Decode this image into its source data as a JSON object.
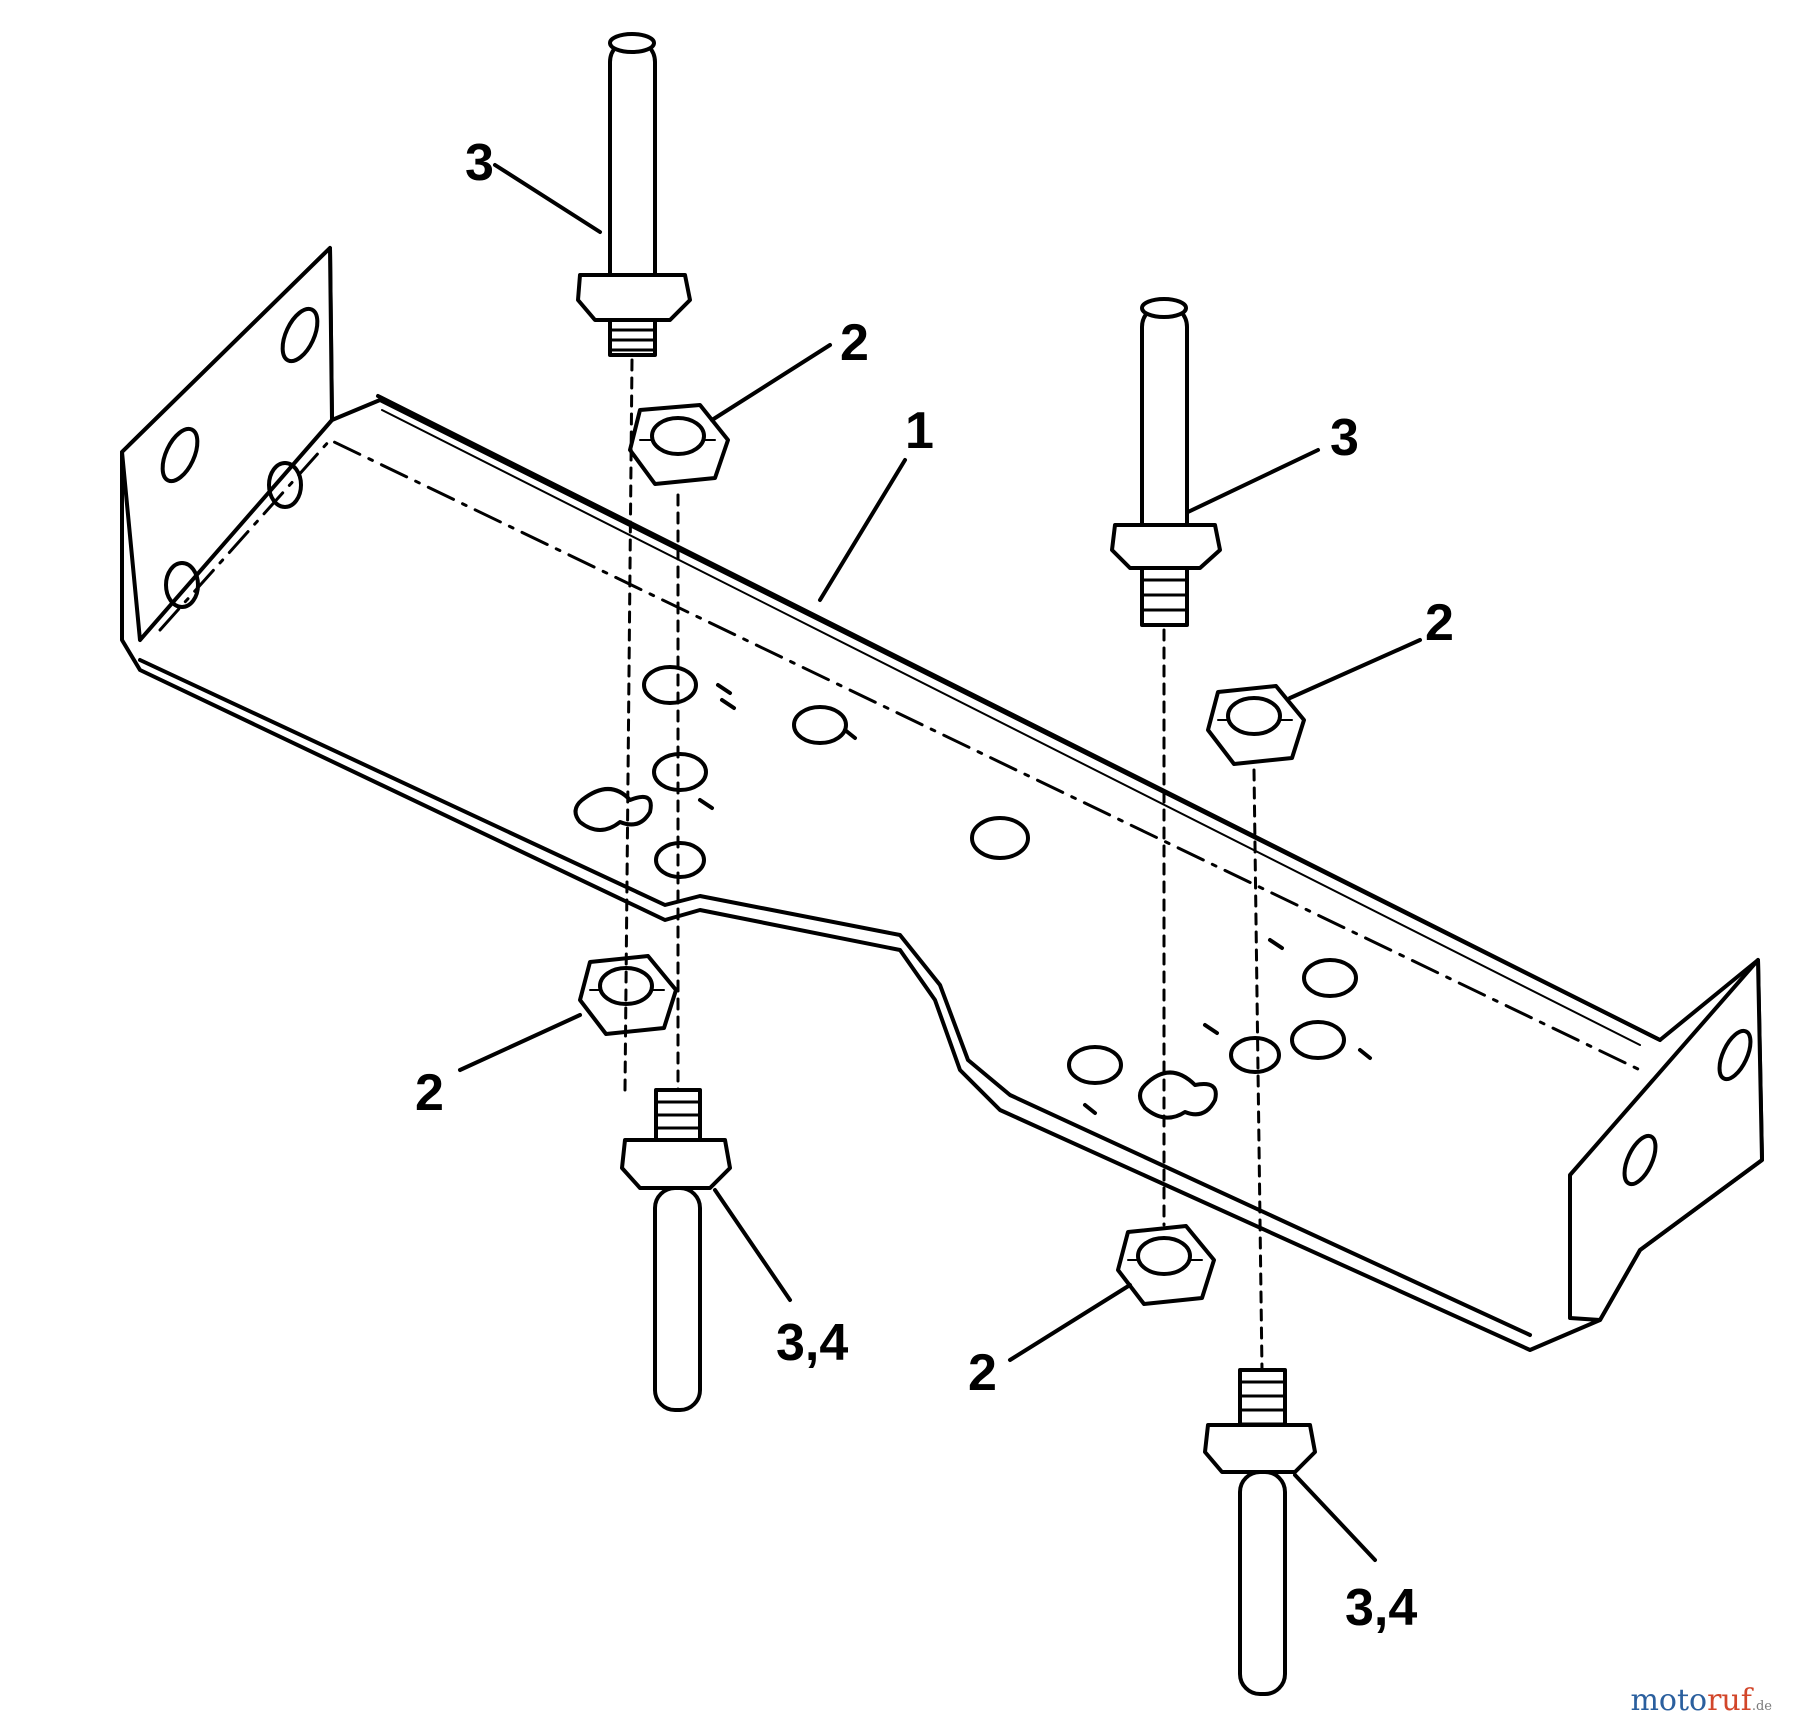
{
  "callouts": {
    "c1": "1",
    "c2a": "2",
    "c2b": "2",
    "c2c": "2",
    "c2d": "2",
    "c3a": "3",
    "c3b": "3",
    "c34a": "3,4",
    "c34b": "3,4"
  },
  "watermark": {
    "part1": "moto",
    "part2": "ruf",
    "part3": ".de"
  }
}
